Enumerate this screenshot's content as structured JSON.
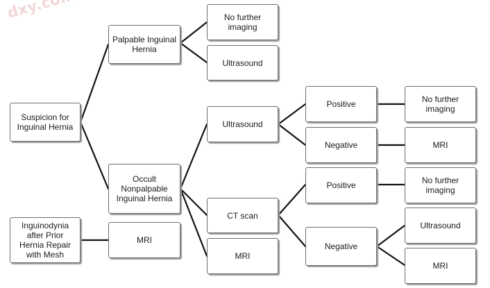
{
  "watermark": "dxy.com",
  "nodes": {
    "suspicion": "Suspicion for\nInguinal Hernia",
    "palpable": "Palpable Inguinal\nHernia",
    "no_imaging_1": "No further\nimaging",
    "ultrasound_1": "Ultrasound",
    "occult": "Occult\nNonpalpable\nInguinal Hernia",
    "ultrasound_2": "Ultrasound",
    "positive_1": "Positive",
    "no_imaging_2": "No further\nimaging",
    "negative_1": "Negative",
    "mri_1": "MRI",
    "ct_scan": "CT scan",
    "positive_2": "Positive",
    "no_imaging_3": "No further\nimaging",
    "negative_2": "Negative",
    "ultrasound_3": "Ultrasound",
    "mri_2": "MRI",
    "mri_3": "MRI",
    "inguinodynia": "Inguinodynia\nafter Prior\nHernia Repair\nwith Mesh",
    "mri_4": "MRI"
  }
}
